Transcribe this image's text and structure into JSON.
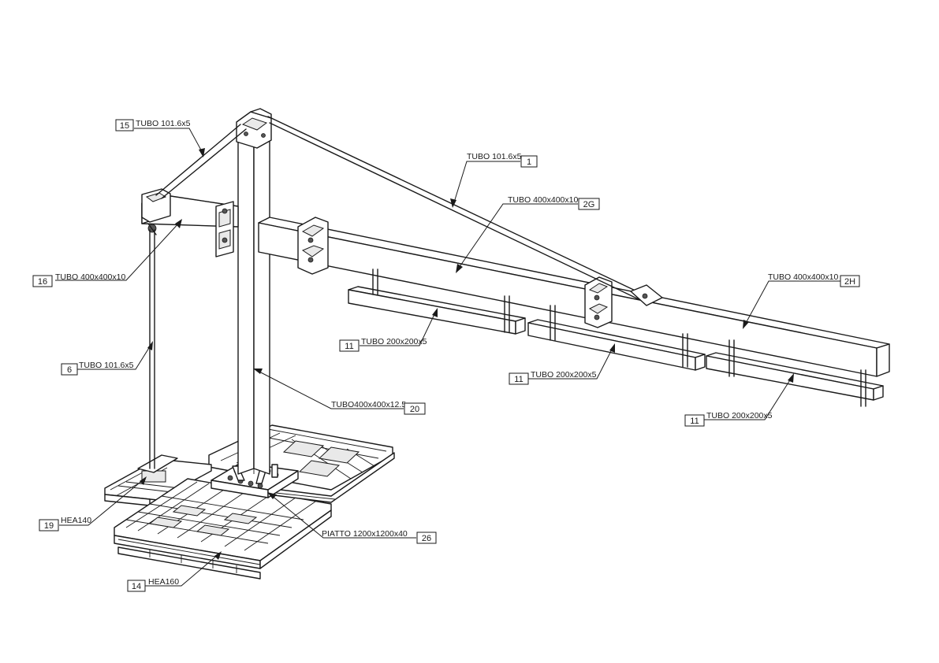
{
  "callouts": [
    {
      "num": "15",
      "text": "TUBO 101.6x5"
    },
    {
      "num": "1",
      "text": "TUBO 101.6x5"
    },
    {
      "num": "2G",
      "text": "TUBO 400x400x10"
    },
    {
      "num": "2H",
      "text": "TUBO 400x400x10"
    },
    {
      "num": "16",
      "text": "TUBO 400x400x10"
    },
    {
      "num": "11",
      "text": "TUBO 200x200x5"
    },
    {
      "num": "11",
      "text": "TUBO 200x200x5"
    },
    {
      "num": "11",
      "text": "TUBO 200x200x5"
    },
    {
      "num": "6",
      "text": "TUBO 101.6x5"
    },
    {
      "num": "20",
      "text": "TUBO400x400x12.5"
    },
    {
      "num": "19",
      "text": "HEA140"
    },
    {
      "num": "26",
      "text": "PIATTO 1200x1200x40"
    },
    {
      "num": "14",
      "text": "HEA160"
    }
  ]
}
